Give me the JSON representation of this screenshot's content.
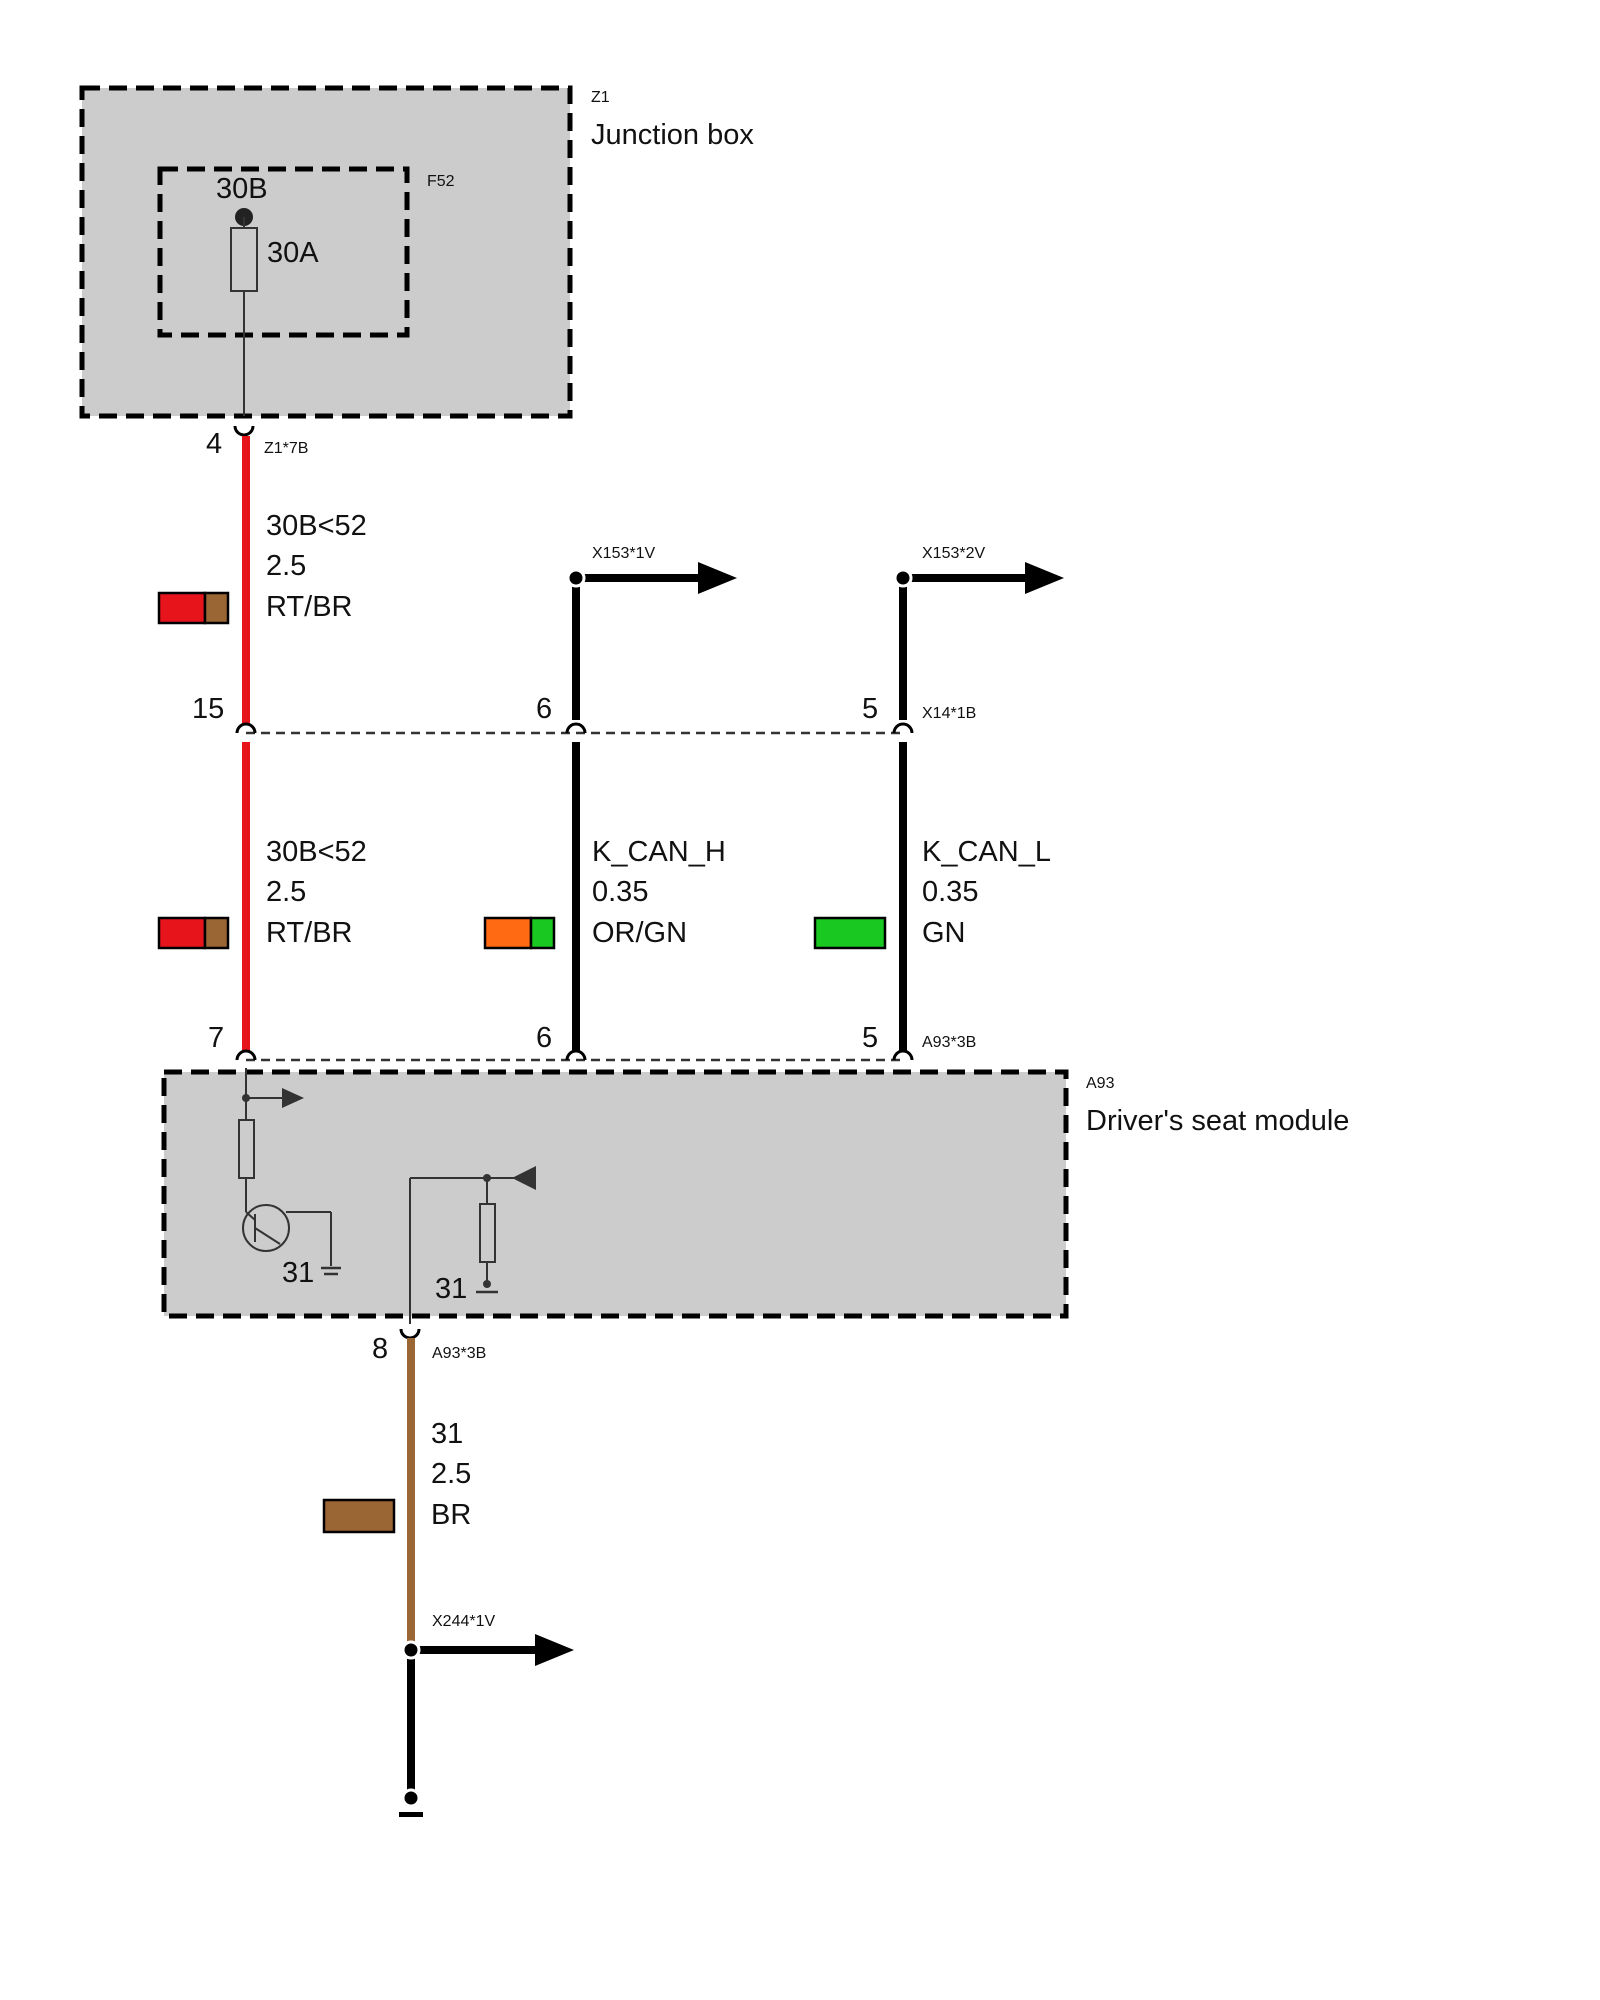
{
  "colors": {
    "red": "#e8141c",
    "brown": "#9a6634",
    "orange": "#ff6a13",
    "green": "#19c820",
    "black": "#000000",
    "box_fill": "#cccccc"
  },
  "junction_box": {
    "id": "Z1",
    "name": "Junction box",
    "fuse_id": "F52",
    "fuse_terminal": "30B",
    "fuse_rating": "30A"
  },
  "driver_seat_module": {
    "id": "A93",
    "name": "Driver's seat module",
    "ground_left": "31",
    "ground_right": "31"
  },
  "connectors": {
    "z1": {
      "pin": "4",
      "id": "Z1*7B"
    },
    "x14": {
      "pin_power": "15",
      "pin_can_h": "6",
      "pin_can_l": "5",
      "id": "X14*1B"
    },
    "a93_top": {
      "pin_power": "7",
      "pin_can_h": "6",
      "pin_can_l": "5",
      "id": "A93*3B"
    },
    "a93_bottom": {
      "pin": "8",
      "id": "A93*3B"
    },
    "x153_1": {
      "id": "X153*1V"
    },
    "x153_2": {
      "id": "X153*2V"
    },
    "x244": {
      "id": "X244*1V"
    }
  },
  "wires": {
    "power_upper": {
      "signal": "30B<52",
      "gauge": "2.5",
      "color_code": "RT/BR",
      "colors": [
        "red",
        "brown"
      ]
    },
    "power_lower": {
      "signal": "30B<52",
      "gauge": "2.5",
      "color_code": "RT/BR",
      "colors": [
        "red",
        "brown"
      ]
    },
    "can_h": {
      "signal": "K_CAN_H",
      "gauge": "0.35",
      "color_code": "OR/GN",
      "colors": [
        "orange",
        "green"
      ]
    },
    "can_l": {
      "signal": "K_CAN_L",
      "gauge": "0.35",
      "color_code": "GN",
      "colors": [
        "green"
      ]
    },
    "ground": {
      "signal": "31",
      "gauge": "2.5",
      "color_code": "BR",
      "colors": [
        "brown"
      ]
    }
  }
}
